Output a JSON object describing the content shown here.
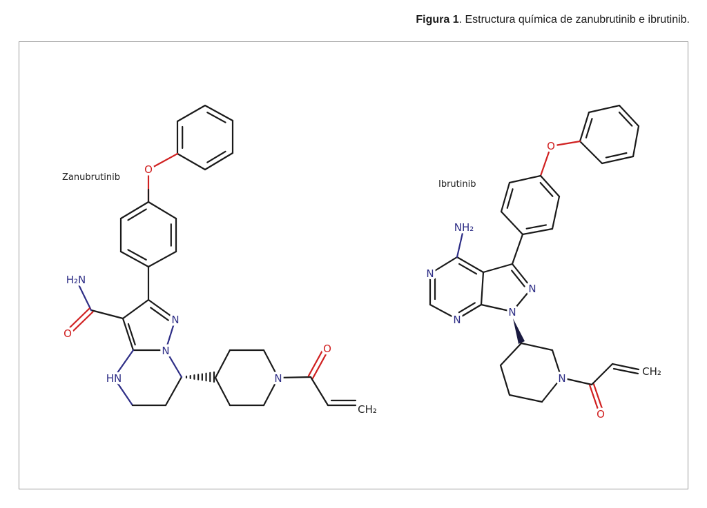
{
  "caption": {
    "prefix": "Figura 1",
    "text": ". Estructura química de zanubrutinib e ibrutinib."
  },
  "molecules": [
    {
      "name": "Zanubrutinib",
      "atom_labels": {
        "o_ether": "O",
        "nh2": "H₂N",
        "o_amide": "O",
        "n2": "N",
        "n1": "N",
        "hn": "HN",
        "n_pip": "N",
        "o_acyl": "O",
        "ch2": "CH₂"
      }
    },
    {
      "name": "Ibrutinib",
      "atom_labels": {
        "o_ether": "O",
        "nh2": "NH₂",
        "n5": "N",
        "n7": "N",
        "n2": "N",
        "n1": "N",
        "n_pip": "N",
        "o_acyl": "O",
        "ch2": "CH₂"
      }
    }
  ],
  "colors": {
    "nitrogen": "#2e2e86",
    "oxygen": "#d02020",
    "bond": "#1a1a1a",
    "frame": "#9a9a9a"
  }
}
